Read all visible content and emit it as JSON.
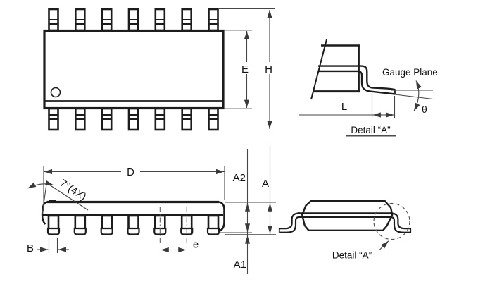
{
  "drawing": {
    "type": "IC package outline drawing (SOIC-14)",
    "colors": {
      "background": "#ffffff",
      "line_dark": "#1c1c1c",
      "line_dim": "#454545",
      "text": "#111111"
    },
    "views": {
      "top_view": {
        "dim_width_body": "E",
        "dim_width_overall": "H"
      },
      "side_view": {
        "dim_length": "D",
        "draft_angle_note": "7°(4X)",
        "dim_body_thickness": "A2",
        "dim_overall_height": "A",
        "dim_standoff": "A1",
        "dim_lead_width": "B",
        "dim_lead_pitch": "e"
      },
      "lead_detail_view": {
        "gauge_plane_label": "Gauge Plane",
        "dim_foot_length": "L",
        "dim_foot_angle": "θ",
        "caption": "Detail “A”"
      },
      "end_view": {
        "caption": "Detail “A”"
      }
    }
  }
}
